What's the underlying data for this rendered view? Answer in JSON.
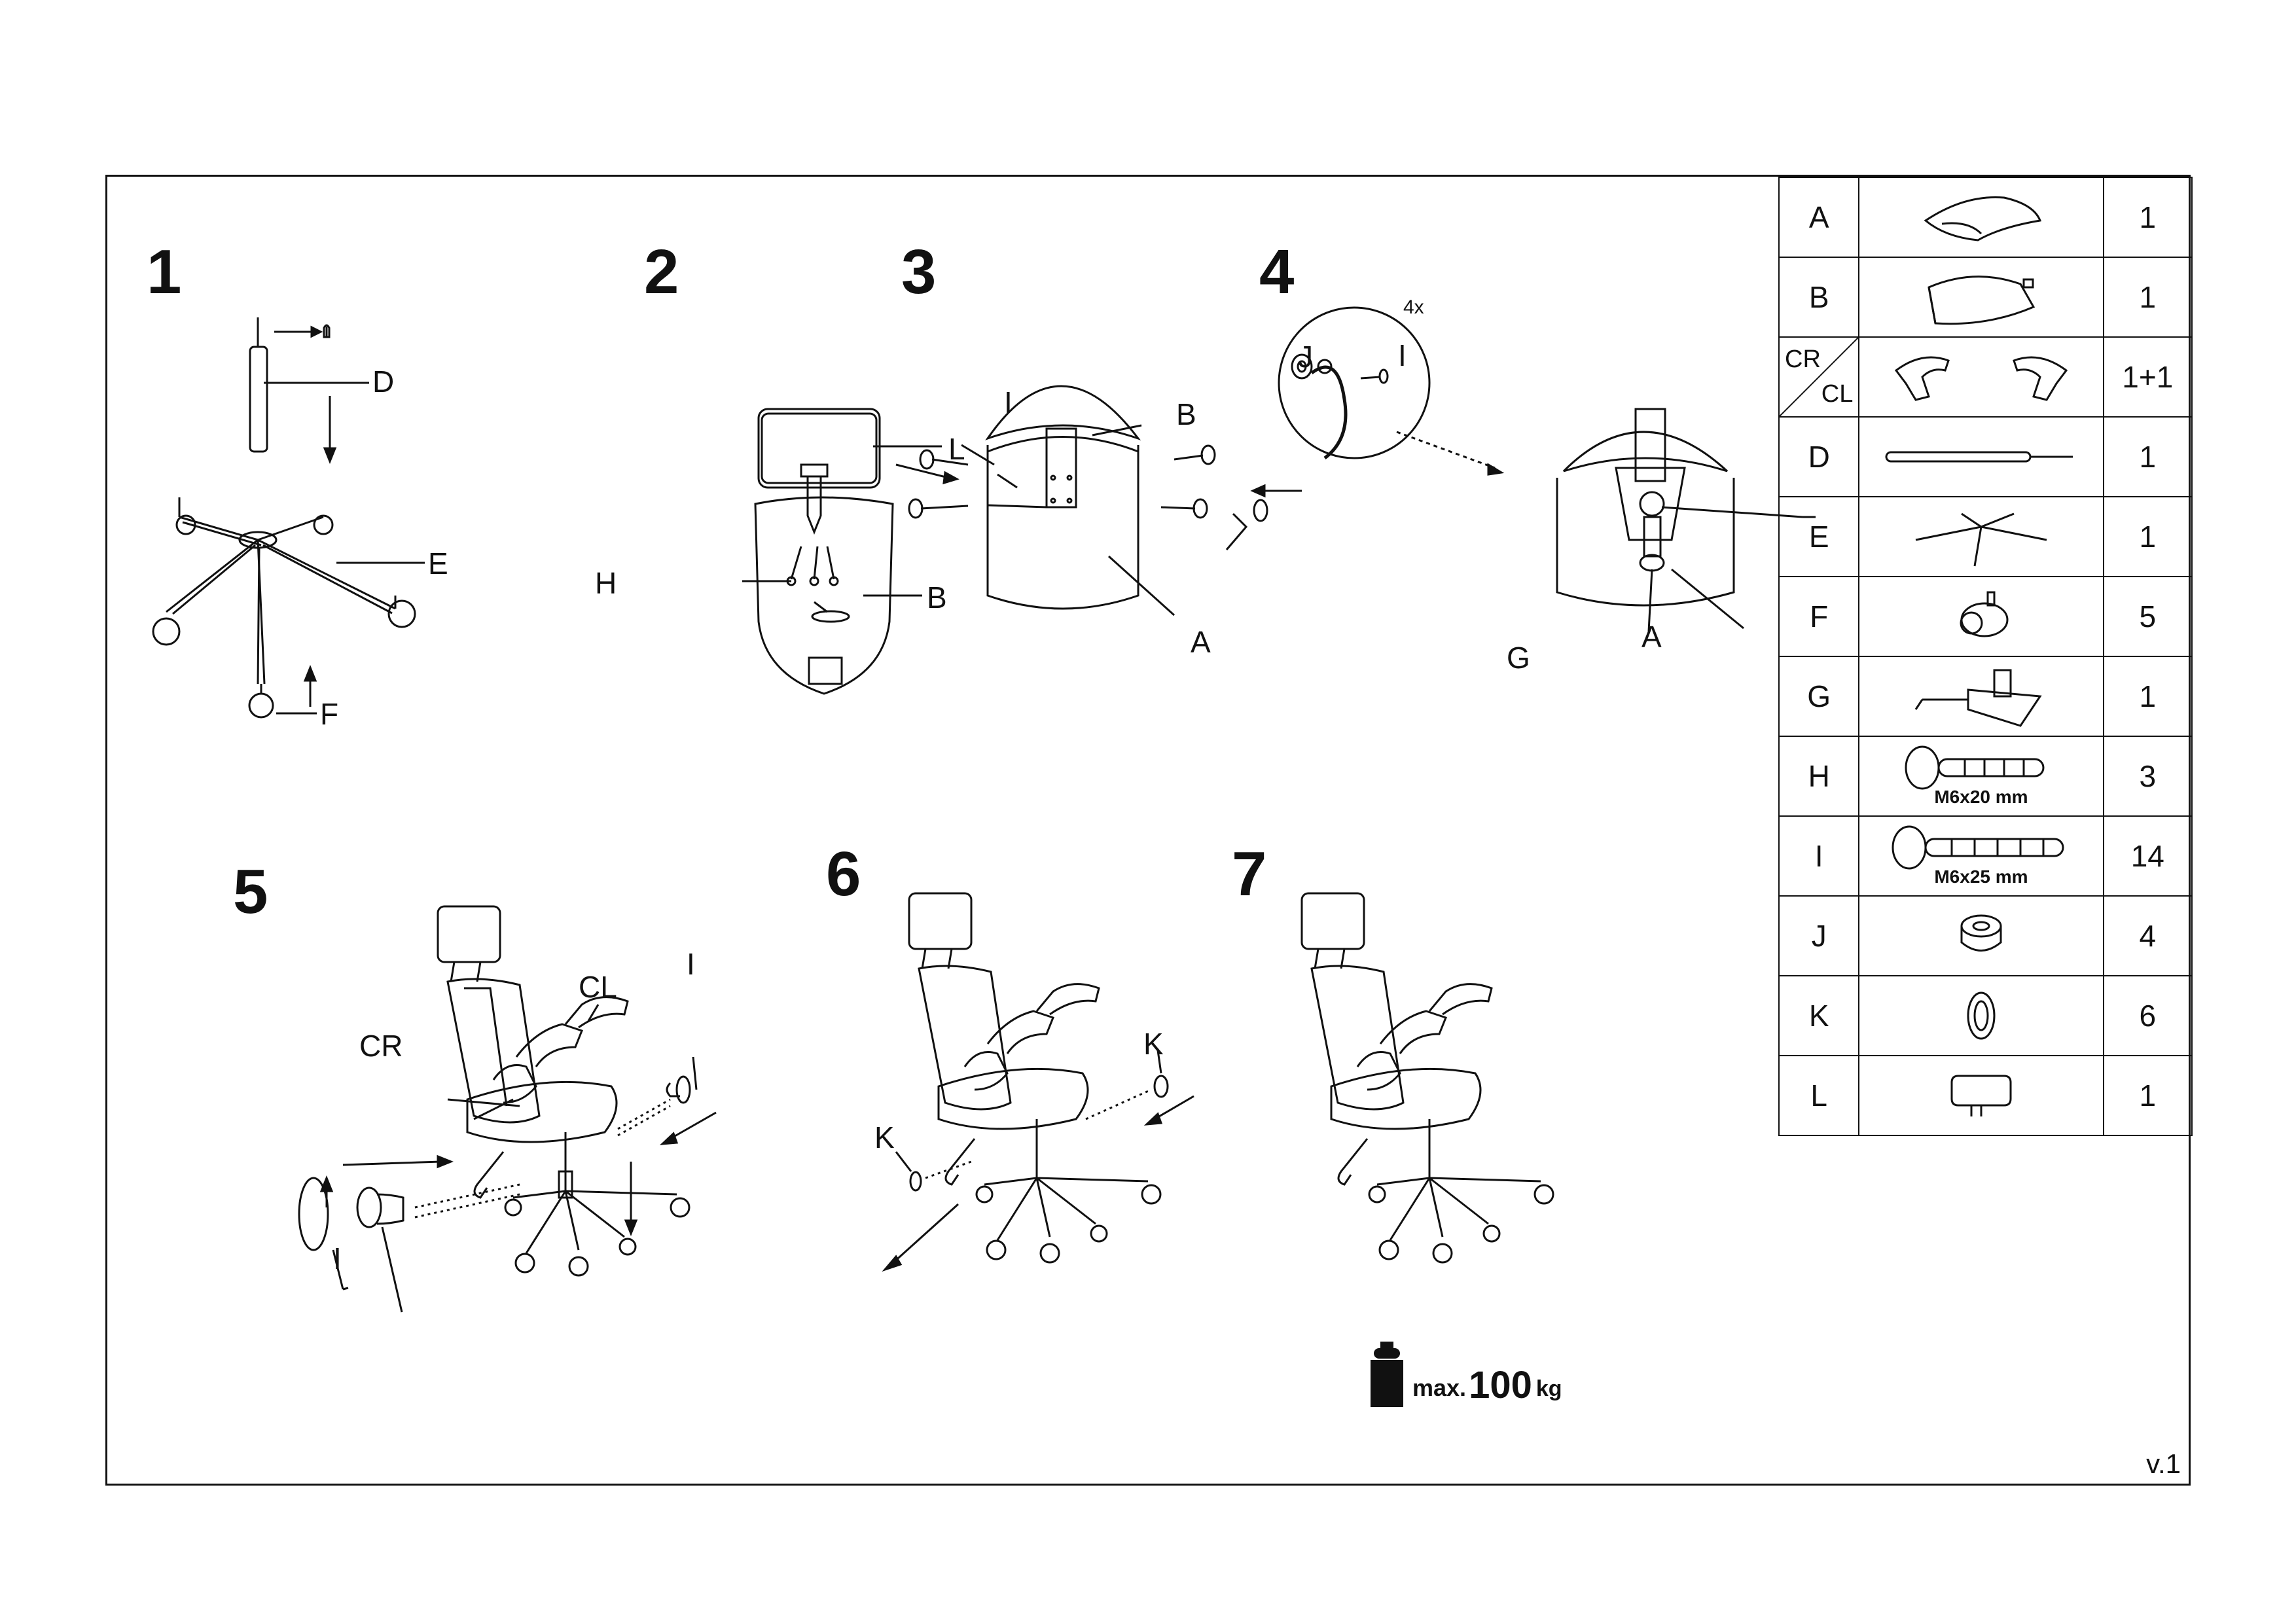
{
  "steps": [
    {
      "number": "1",
      "labels": [
        "D",
        "E",
        "F"
      ]
    },
    {
      "number": "2",
      "labels": [
        "L",
        "H",
        "B"
      ]
    },
    {
      "number": "3",
      "labels": [
        "I",
        "B",
        "A"
      ]
    },
    {
      "number": "4",
      "labels": [
        "J",
        "I",
        "4x",
        "G",
        "A"
      ]
    },
    {
      "number": "5",
      "labels": [
        "CL",
        "CR",
        "I",
        "I"
      ]
    },
    {
      "number": "6",
      "labels": [
        "K",
        "K"
      ]
    },
    {
      "number": "7",
      "labels": []
    }
  ],
  "max_load": {
    "prefix": "max.",
    "value": "100",
    "unit": "kg"
  },
  "parts": [
    {
      "letter": "A",
      "icon": "seat-icon",
      "qty": "1"
    },
    {
      "letter": "B",
      "icon": "backrest-icon",
      "qty": "1"
    },
    {
      "letter": "CR",
      "letter2": "CL",
      "icon": "armrests-icon",
      "qty": "1+1"
    },
    {
      "letter": "D",
      "icon": "gas-lift-icon",
      "qty": "1"
    },
    {
      "letter": "E",
      "icon": "star-base-icon",
      "qty": "1"
    },
    {
      "letter": "F",
      "icon": "caster-icon",
      "qty": "5"
    },
    {
      "letter": "G",
      "icon": "mechanism-icon",
      "qty": "1"
    },
    {
      "letter": "H",
      "icon": "bolt-short-icon",
      "caption": "M6x20 mm",
      "qty": "3"
    },
    {
      "letter": "I",
      "icon": "bolt-long-icon",
      "caption": "M6x25 mm",
      "qty": "14"
    },
    {
      "letter": "J",
      "icon": "spacer-icon",
      "qty": "4"
    },
    {
      "letter": "K",
      "icon": "washer-icon",
      "qty": "6"
    },
    {
      "letter": "L",
      "icon": "headrest-icon",
      "qty": "1"
    }
  ],
  "version": "v.1"
}
